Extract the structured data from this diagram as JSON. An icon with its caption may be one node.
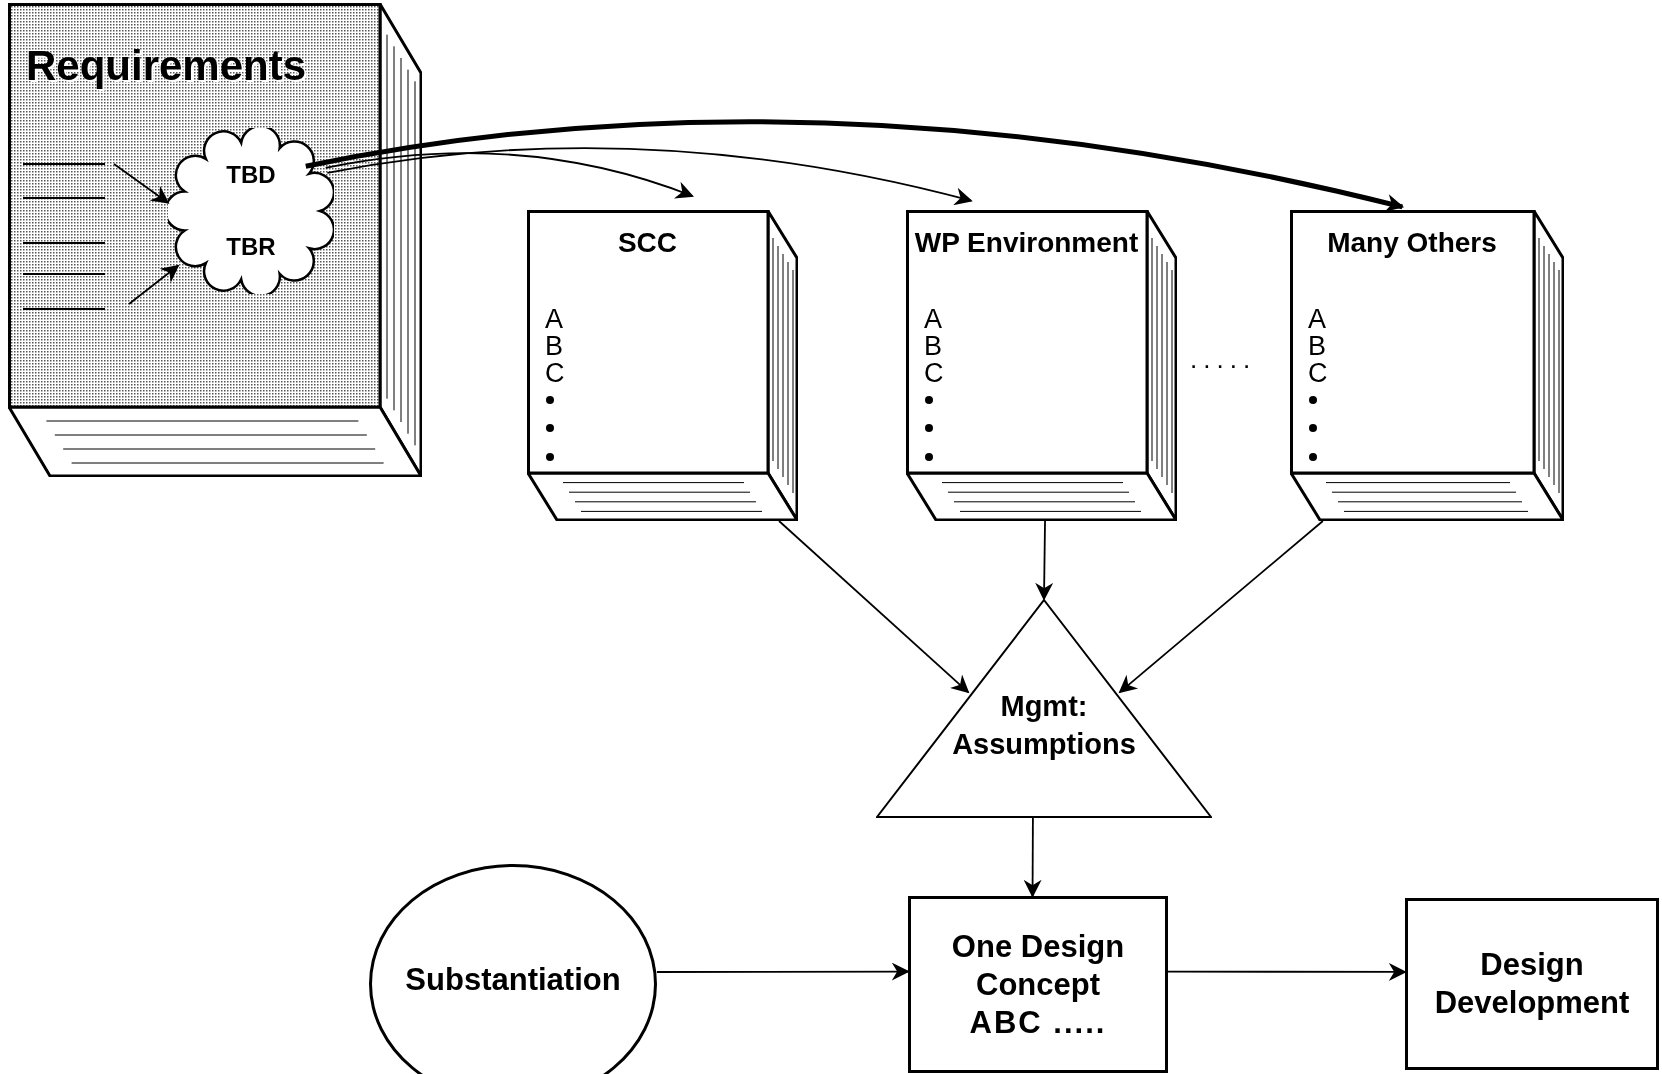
{
  "diagram": {
    "nodes": [
      {
        "text": [
          "Requirements"
        ]
      },
      {
        "text": [
          "TBD",
          "TBR"
        ],
        "in": 0
      },
      {
        "text": [
          "SCC",
          "ABC"
        ]
      },
      {
        "text": [
          "WP Environment",
          "ABC"
        ]
      },
      {
        "text": [
          "Many Others",
          "ABC"
        ]
      },
      {
        "text": [
          "Mgmt: Assumptions"
        ]
      },
      {
        "text": [
          "Substantiation"
        ]
      },
      {
        "text": [
          "One Design Concept",
          "ABC ....."
        ]
      },
      {
        "text": [
          "Design Development"
        ]
      }
    ],
    "edges": [
      {
        "from": null,
        "to": 1,
        "arrow": "to"
      },
      {
        "from": null,
        "to": 1,
        "arrow": "to"
      },
      {
        "from": 1,
        "to": 2,
        "arrow": "to"
      },
      {
        "from": 1,
        "to": 3,
        "arrow": "to"
      },
      {
        "from": 1,
        "to": 4,
        "arrow": "to",
        "style": "thick"
      },
      {
        "from": 2,
        "to": 5,
        "arrow": "to"
      },
      {
        "from": 3,
        "to": 5,
        "arrow": "to"
      },
      {
        "from": 4,
        "to": 5,
        "arrow": "to"
      },
      {
        "from": 5,
        "to": 7,
        "arrow": "to"
      },
      {
        "from": 6,
        "to": 7,
        "arrow": "to"
      },
      {
        "from": 7,
        "to": 8,
        "arrow": "to"
      }
    ],
    "labels": [
      "....."
    ]
  }
}
